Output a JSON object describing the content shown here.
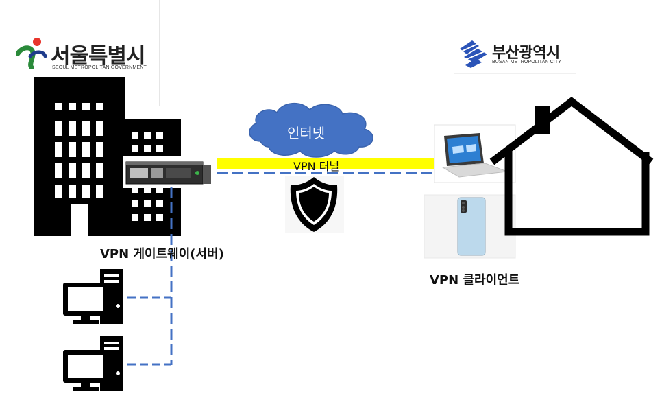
{
  "seoul_logo": {
    "name": "서울특별시",
    "subtitle": "SEOUL METROPOLITAN GOVERNMENT"
  },
  "busan_logo": {
    "name": "부산광역시",
    "subtitle": "BUSAN METROPOLITAN CITY"
  },
  "cloud": {
    "label": "인터넷"
  },
  "tunnel": {
    "label": "VPN 터널"
  },
  "gateway": {
    "label": "VPN 게이트웨이(서버)"
  },
  "client": {
    "label": "VPN 클라이언트"
  },
  "colors": {
    "tunnel_yellow": "#ffff00",
    "dashed_blue": "#4472c4",
    "cloud_blue": "#4472c4",
    "icon_black": "#000000"
  }
}
